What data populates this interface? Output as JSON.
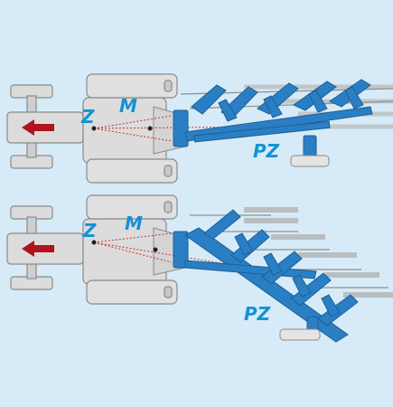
{
  "diagram": {
    "label_tractor_pivot": "Z",
    "label_hitch_point": "M",
    "label_plough_pivot": "PZ"
  },
  "colors": {
    "background": "#d6ebf7",
    "tractor_body": "#dcdcdc",
    "tractor_outline": "#8a8a8a",
    "plough_blue": "#2a7fc4",
    "plough_dark": "#1d5f96",
    "label_blue": "#1591d6",
    "direction_arrow": "#b0141c",
    "force_lines": "#d03030",
    "furrow": "#9a9a9a"
  },
  "icons": [
    "direction-arrow-icon"
  ]
}
